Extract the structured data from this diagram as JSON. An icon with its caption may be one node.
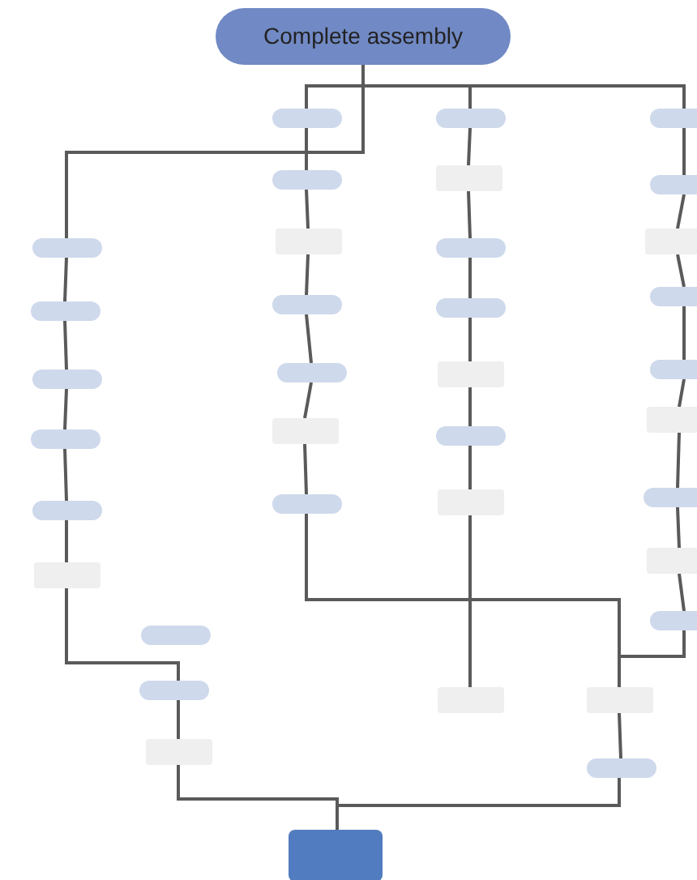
{
  "diagram": {
    "nodes": [
      {
        "text": [
          "Complete assembly"
        ]
      },
      {
        "text": [],
        "shape": "pill"
      },
      {
        "text": [],
        "shape": "pill"
      },
      {
        "text": [],
        "shape": "pill"
      },
      {
        "text": [],
        "shape": "pill"
      },
      {
        "text": [],
        "shape": "pill"
      },
      {
        "text": [],
        "shape": "box"
      },
      {
        "text": [],
        "shape": "pill"
      },
      {
        "text": [],
        "shape": "pill"
      },
      {
        "text": [],
        "shape": "box"
      },
      {
        "text": [],
        "shape": "pill"
      },
      {
        "text": [],
        "shape": "pill"
      },
      {
        "text": [],
        "shape": "box"
      },
      {
        "text": [],
        "shape": "pill"
      },
      {
        "text": [],
        "shape": "pill"
      },
      {
        "text": [],
        "shape": "box"
      },
      {
        "text": [],
        "shape": "pill"
      },
      {
        "text": [],
        "shape": "pill"
      },
      {
        "text": [],
        "shape": "box"
      },
      {
        "text": [],
        "shape": "pill"
      },
      {
        "text": [],
        "shape": "box"
      },
      {
        "text": [],
        "shape": "pill"
      },
      {
        "text": [],
        "shape": "pill"
      },
      {
        "text": [],
        "shape": "box"
      },
      {
        "text": [],
        "shape": "pill"
      },
      {
        "text": [],
        "shape": "pill"
      },
      {
        "text": [],
        "shape": "box"
      },
      {
        "text": [],
        "shape": "pill"
      },
      {
        "text": [],
        "shape": "box"
      },
      {
        "text": [],
        "shape": "pill"
      },
      {
        "text": [],
        "shape": "pill"
      },
      {
        "text": [],
        "shape": "pill"
      },
      {
        "text": [],
        "shape": "box"
      },
      {
        "text": [],
        "shape": "box"
      },
      {
        "text": [],
        "shape": "box"
      },
      {
        "text": [],
        "shape": "pill"
      },
      {
        "text": [],
        "shape": "box"
      }
    ],
    "edges": [
      {
        "from": 0,
        "to": 1,
        "arrow": "none"
      },
      {
        "from": 0,
        "to": 7,
        "arrow": "none"
      },
      {
        "from": 0,
        "to": 14,
        "arrow": "none"
      },
      {
        "from": 0,
        "to": 21,
        "arrow": "none"
      },
      {
        "from": 1,
        "to": 2,
        "arrow": "none"
      },
      {
        "from": 2,
        "to": 3,
        "arrow": "none"
      },
      {
        "from": 3,
        "to": 4,
        "arrow": "none"
      },
      {
        "from": 4,
        "to": 5,
        "arrow": "none"
      },
      {
        "from": 5,
        "to": 6,
        "arrow": "none"
      },
      {
        "from": 6,
        "to": 31,
        "arrow": "none"
      },
      {
        "from": 31,
        "to": 32,
        "arrow": "none"
      },
      {
        "from": 32,
        "to": 36,
        "arrow": "none"
      },
      {
        "from": 7,
        "to": 8,
        "arrow": "none"
      },
      {
        "from": 8,
        "to": 9,
        "arrow": "none"
      },
      {
        "from": 9,
        "to": 10,
        "arrow": "none"
      },
      {
        "from": 10,
        "to": 11,
        "arrow": "none"
      },
      {
        "from": 11,
        "to": 12,
        "arrow": "none"
      },
      {
        "from": 12,
        "to": 13,
        "arrow": "none"
      },
      {
        "from": 13,
        "to": 34,
        "arrow": "none"
      },
      {
        "from": 14,
        "to": 15,
        "arrow": "none"
      },
      {
        "from": 15,
        "to": 16,
        "arrow": "none"
      },
      {
        "from": 16,
        "to": 17,
        "arrow": "none"
      },
      {
        "from": 17,
        "to": 18,
        "arrow": "none"
      },
      {
        "from": 18,
        "to": 19,
        "arrow": "none"
      },
      {
        "from": 19,
        "to": 20,
        "arrow": "none"
      },
      {
        "from": 20,
        "to": 33,
        "arrow": "none"
      },
      {
        "from": 21,
        "to": 22,
        "arrow": "none"
      },
      {
        "from": 22,
        "to": 23,
        "arrow": "none"
      },
      {
        "from": 23,
        "to": 24,
        "arrow": "none"
      },
      {
        "from": 24,
        "to": 25,
        "arrow": "none"
      },
      {
        "from": 25,
        "to": 26,
        "arrow": "none"
      },
      {
        "from": 26,
        "to": 27,
        "arrow": "none"
      },
      {
        "from": 27,
        "to": 28,
        "arrow": "none"
      },
      {
        "from": 28,
        "to": 29,
        "arrow": "none"
      },
      {
        "from": 29,
        "to": 34,
        "arrow": "none"
      },
      {
        "from": 34,
        "to": 35,
        "arrow": "none"
      },
      {
        "from": 35,
        "to": 36,
        "arrow": "none"
      }
    ]
  }
}
